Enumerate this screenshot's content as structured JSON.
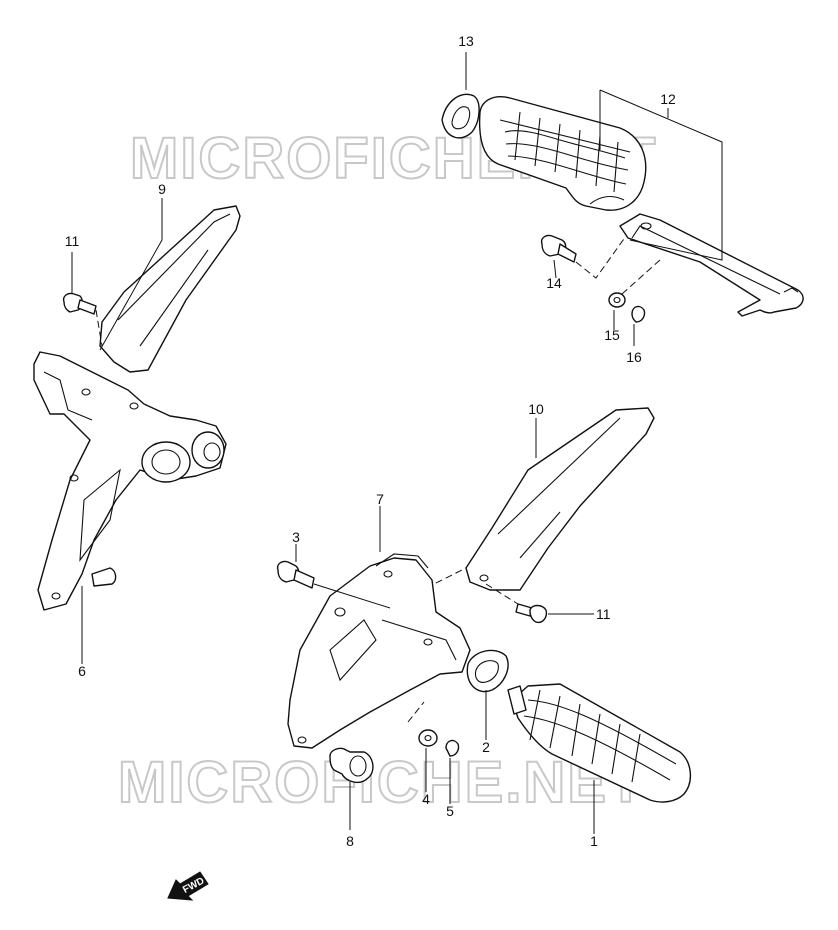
{
  "watermark": {
    "text": "MICROFICHE.NET"
  },
  "direction_marker": {
    "text": "FWD"
  },
  "callouts": {
    "c1": "1",
    "c2": "2",
    "c3": "3",
    "c4": "4",
    "c5": "5",
    "c6": "6",
    "c7": "7",
    "c8": "8",
    "c9": "9",
    "c10": "10",
    "c11a": "11",
    "c11b": "11",
    "c12": "12",
    "c13": "13",
    "c14": "14",
    "c15": "15",
    "c16": "16"
  },
  "colors": {
    "ink": "#111111",
    "watermark": "#c8c8c8",
    "background": "#ffffff"
  }
}
